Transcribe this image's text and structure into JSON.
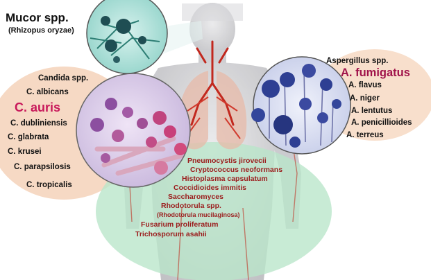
{
  "mucor": {
    "title": "Mucor spp.",
    "subtitle": "(Rhizopus oryzae)"
  },
  "candida": {
    "items": [
      {
        "text": "Candida spp.",
        "emphasis": false
      },
      {
        "text": "C. albicans",
        "emphasis": false
      },
      {
        "text": "C. auris",
        "emphasis": true
      },
      {
        "text": "C. dubliniensis",
        "emphasis": false
      },
      {
        "text": "C. glabrata",
        "emphasis": false
      },
      {
        "text": "C. krusei",
        "emphasis": false
      },
      {
        "text": "C. parapsilosis",
        "emphasis": false
      },
      {
        "text": "C. tropicalis",
        "emphasis": false
      }
    ]
  },
  "aspergillus": {
    "items": [
      {
        "text": "Aspergillus spp.",
        "emphasis": false
      },
      {
        "text": "A. fumigatus",
        "emphasis": true
      },
      {
        "text": "A. flavus",
        "emphasis": false
      },
      {
        "text": "A. niger",
        "emphasis": false
      },
      {
        "text": "A. lentutus",
        "emphasis": false
      },
      {
        "text": "A. penicillioides",
        "emphasis": false
      },
      {
        "text": "A. terreus",
        "emphasis": false
      }
    ]
  },
  "others": {
    "items": [
      {
        "text": "Pneumocystis jirovecii",
        "small": false
      },
      {
        "text": "Cryptococcus neoformans",
        "small": false
      },
      {
        "text": "Histoplasma capsulatum",
        "small": false
      },
      {
        "text": "Coccidioides immitis",
        "small": false
      },
      {
        "text": "Saccharomyces",
        "small": false
      },
      {
        "text": "Rhodotorula spp.",
        "small": false
      },
      {
        "text": "(Rhodotorula mucilaginosa)",
        "small": true
      },
      {
        "text": "Fusarium proliferatum",
        "small": false
      },
      {
        "text": "Trichosporum asahii",
        "small": false
      }
    ]
  },
  "colors": {
    "candida_emphasis": "#c8185a",
    "aspergillus_emphasis": "#a0124a",
    "center_text": "#9b1c1c",
    "left_ellipse": "#f6d9c4",
    "right_ellipse": "#f8dfcc",
    "center_ellipse": "#b9e6c9"
  }
}
